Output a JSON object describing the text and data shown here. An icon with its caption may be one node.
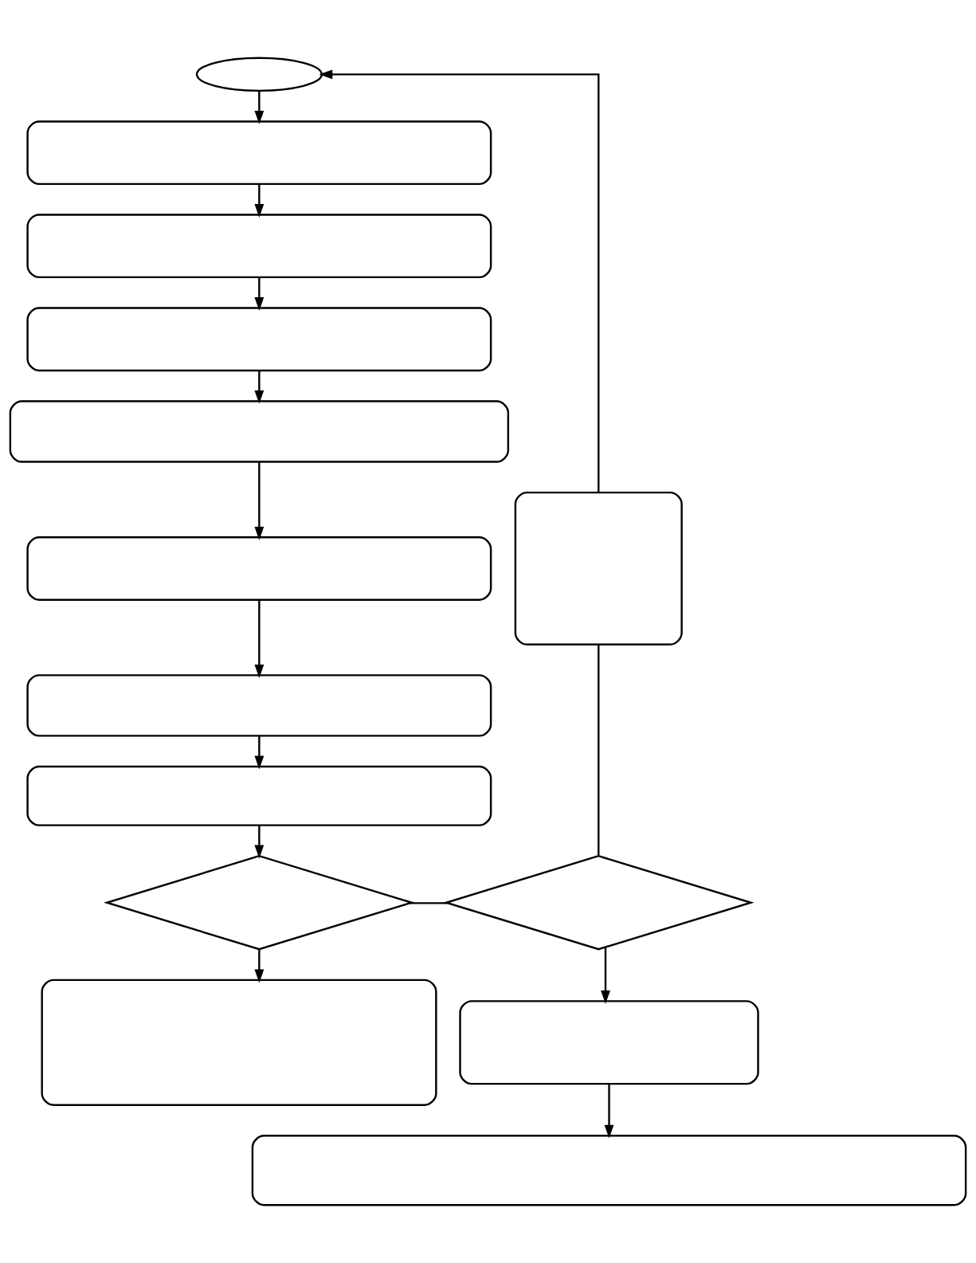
{
  "diagram": {
    "nodes": [
      {
        "text": [],
        "shape": "oval"
      },
      {
        "text": [],
        "shape": "box"
      },
      {
        "text": [],
        "shape": "box"
      },
      {
        "text": [],
        "shape": "box"
      },
      {
        "text": [],
        "shape": "box"
      },
      {
        "text": [],
        "shape": "box"
      },
      {
        "text": [],
        "shape": "box"
      },
      {
        "text": [],
        "shape": "box"
      },
      {
        "text": [],
        "shape": "box"
      },
      {
        "text": [],
        "shape": "diamond"
      },
      {
        "text": [],
        "shape": "diamond"
      },
      {
        "text": [],
        "shape": "box"
      },
      {
        "text": [],
        "shape": "box"
      },
      {
        "text": [],
        "shape": "box"
      }
    ],
    "edges": [
      {
        "from": 0,
        "to": 1,
        "arrow": "to"
      },
      {
        "from": 1,
        "to": 2,
        "arrow": "to"
      },
      {
        "from": 2,
        "to": 3,
        "arrow": "to"
      },
      {
        "from": 3,
        "to": 4,
        "arrow": "to"
      },
      {
        "from": 4,
        "to": 5,
        "arrow": "to"
      },
      {
        "from": 5,
        "to": 6,
        "arrow": "to"
      },
      {
        "from": 6,
        "to": 7,
        "arrow": "to"
      },
      {
        "from": 7,
        "to": 9,
        "arrow": "to"
      },
      {
        "from": 9,
        "to": 10,
        "arrow": "none"
      },
      {
        "from": 10,
        "to": 8,
        "arrow": "none"
      },
      {
        "from": 8,
        "to": 0,
        "arrow": "to"
      },
      {
        "from": 9,
        "to": 11,
        "arrow": "to"
      },
      {
        "from": 10,
        "to": 12,
        "arrow": "to"
      },
      {
        "from": 12,
        "to": 13,
        "arrow": "to"
      }
    ]
  }
}
